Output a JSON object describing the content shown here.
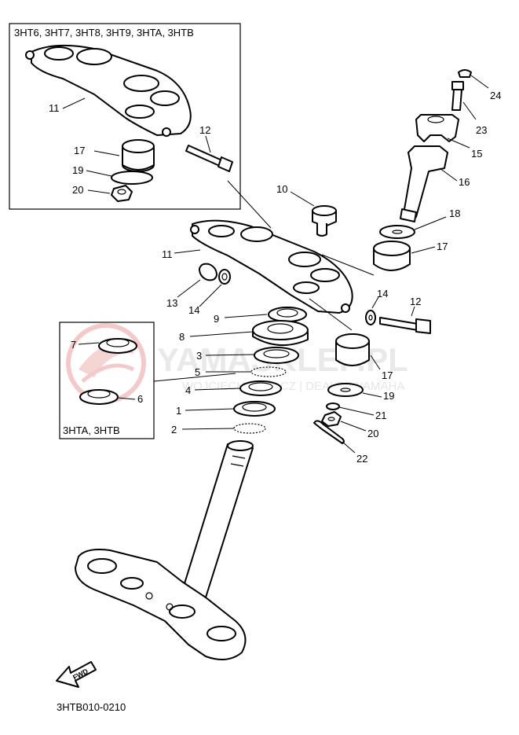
{
  "inset_top": {
    "variants": "3HT6, 3HT7, 3HT8, 3HT9, 3HTA, 3HTB"
  },
  "inset_left": {
    "variants": "3HTA, 3HTB"
  },
  "watermark": {
    "main": "YAMASKLEP.PL",
    "sub": "WOJCIECH KRÓLCZ | DEALER YAMAHA"
  },
  "fwd_label": "FWD",
  "drawing_code": "3HTB010-0210",
  "callouts": {
    "c1": "1",
    "c2": "2",
    "c3": "3",
    "c4": "4",
    "c5": "5",
    "c6": "6",
    "c7": "7",
    "c8": "8",
    "c9": "9",
    "c10": "10",
    "c11": "11",
    "c11b": "11",
    "c12": "12",
    "c12b": "12",
    "c13": "13",
    "c14": "14",
    "c14b": "14",
    "c15": "15",
    "c16": "16",
    "c17": "17",
    "c17b": "17",
    "c17c": "17",
    "c18": "18",
    "c19": "19",
    "c19b": "19",
    "c20": "20",
    "c20b": "20",
    "c21": "21",
    "c22": "22",
    "c23": "23",
    "c24": "24"
  }
}
